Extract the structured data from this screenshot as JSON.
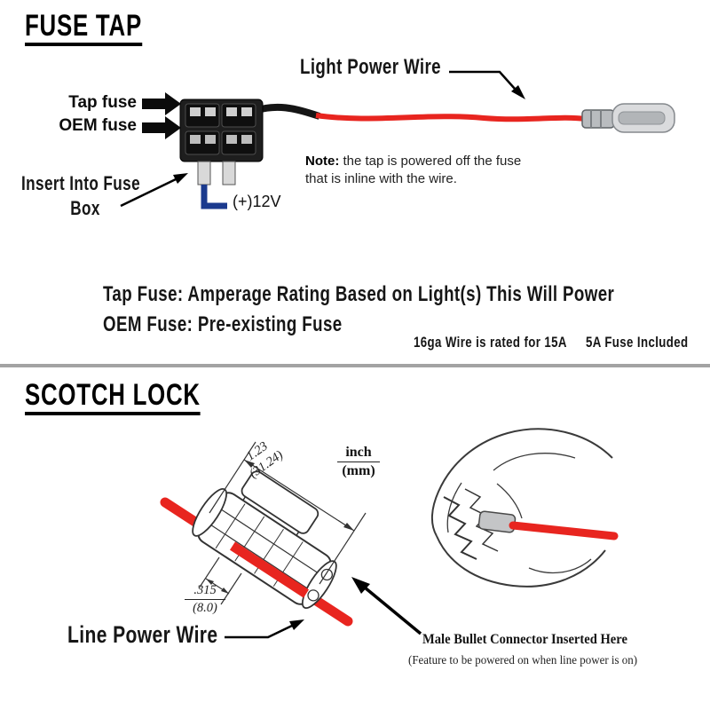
{
  "colors": {
    "wire_red": "#e8251f",
    "arrow_blue": "#1b3a8e",
    "divider_gray": "#a3a3a3",
    "ink": "#111111"
  },
  "fuse_tap": {
    "title": "FUSE TAP",
    "light_power_wire_label": "Light Power Wire",
    "tap_fuse_label": "Tap fuse",
    "oem_fuse_label": "OEM fuse",
    "insert_line1": "Insert Into Fuse",
    "insert_line2": "Box",
    "voltage_label": "(+)12V",
    "note_prefix": "Note:",
    "note_line1": " the tap is powered off the fuse",
    "note_line2": "that is inline with the wire.",
    "tap_fuse_desc": "Tap Fuse: Amperage Rating Based on Light(s) This Will Power",
    "oem_fuse_desc": "OEM Fuse: Pre-existing Fuse",
    "wire_rating_note": "16ga Wire is rated for 15A",
    "fuse_included_note": "5A Fuse Included"
  },
  "scotch_lock": {
    "title": "SCOTCH LOCK",
    "unit_inch": "inch",
    "unit_mm": "(mm)",
    "length_inch": "1.23",
    "length_mm": "(31.24)",
    "height_inch": ".315",
    "height_mm": "(8.0)",
    "line_power_wire_label": "Line Power Wire",
    "bullet_note_line1": "Male Bullet Connector Inserted Here",
    "bullet_note_line2": "(Feature to be powered on when line power is on)"
  }
}
